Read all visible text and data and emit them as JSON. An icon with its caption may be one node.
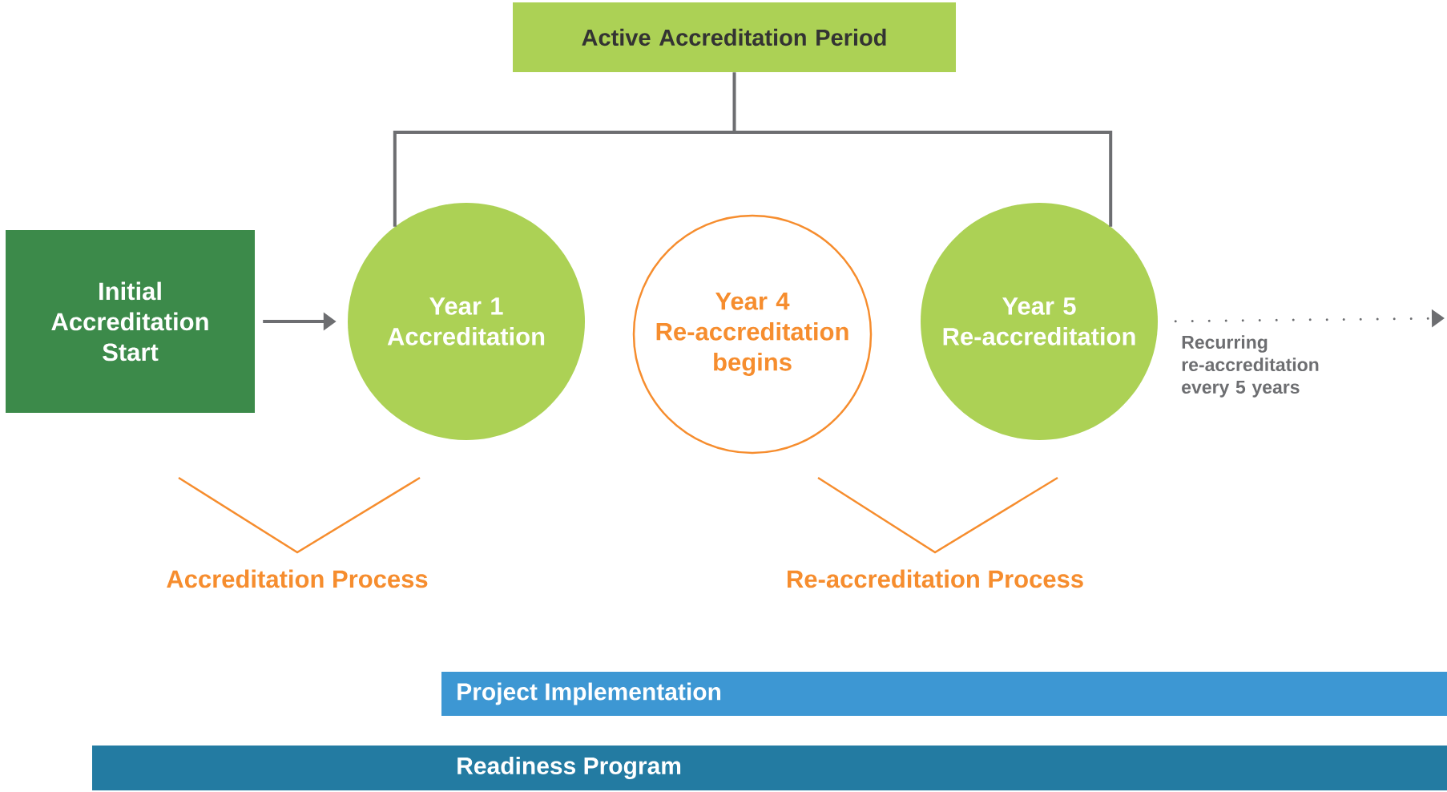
{
  "diagram": {
    "nodes": [
      {
        "text": [
          "Active Accreditation Period"
        ]
      },
      {
        "text": [
          "Initial Accreditation Start"
        ]
      },
      {
        "text": [
          "Year 1 Accreditation"
        ]
      },
      {
        "text": [
          "Year 4 Re-accreditation begins"
        ]
      },
      {
        "text": [
          "Year 5 Re-accreditation"
        ]
      },
      {
        "text": [
          "Project Implementation"
        ]
      },
      {
        "text": [
          "Readiness Program"
        ]
      }
    ],
    "edges": [
      {
        "from": 1,
        "to": 2,
        "arrow": "to"
      },
      {
        "from": 0,
        "to": 2,
        "arrow": "none"
      },
      {
        "from": 0,
        "to": 4,
        "arrow": "none"
      },
      {
        "from": 4,
        "to": null,
        "arrow": "to",
        "style": "dashed",
        "label": "Recurring re-accreditation every 5 years"
      }
    ],
    "labels": [
      "Accreditation Process",
      "Re-accreditation Process"
    ]
  }
}
